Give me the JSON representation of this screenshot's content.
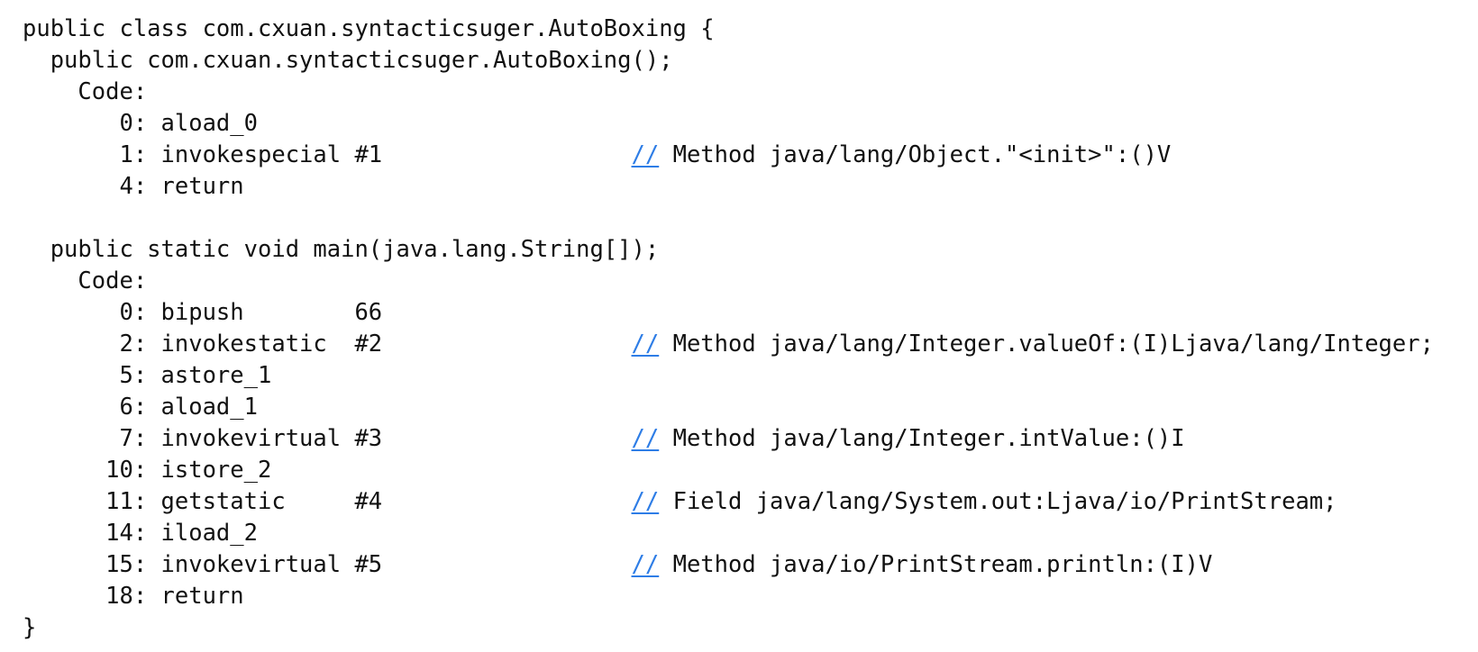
{
  "page": {
    "background": "#ffffff",
    "text_color": "#111111",
    "link_color": "#2e7de6"
  },
  "code_block": {
    "lines": [
      {
        "pre": "public class com.cxuan.syntacticsuger.AutoBoxing {"
      },
      {
        "pre": "  public com.cxuan.syntacticsuger.AutoBoxing();"
      },
      {
        "pre": "    Code:"
      },
      {
        "pre": "       0: aload_0"
      },
      {
        "pre": "       1: invokespecial #1                  ",
        "link": "//",
        "comment": " Method java/lang/Object.\"<init>\":()V"
      },
      {
        "pre": "       4: return"
      },
      {
        "pre": ""
      },
      {
        "pre": "  public static void main(java.lang.String[]);"
      },
      {
        "pre": "    Code:"
      },
      {
        "pre": "       0: bipush        66"
      },
      {
        "pre": "       2: invokestatic  #2                  ",
        "link": "//",
        "comment": " Method java/lang/Integer.valueOf:(I)Ljava/lang/Integer;"
      },
      {
        "pre": "       5: astore_1"
      },
      {
        "pre": "       6: aload_1"
      },
      {
        "pre": "       7: invokevirtual #3                  ",
        "link": "//",
        "comment": " Method java/lang/Integer.intValue:()I"
      },
      {
        "pre": "      10: istore_2"
      },
      {
        "pre": "      11: getstatic     #4                  ",
        "link": "//",
        "comment": " Field java/lang/System.out:Ljava/io/PrintStream;"
      },
      {
        "pre": "      14: iload_2"
      },
      {
        "pre": "      15: invokevirtual #5                  ",
        "link": "//",
        "comment": " Method java/io/PrintStream.println:(I)V"
      },
      {
        "pre": "      18: return"
      },
      {
        "pre": "}"
      }
    ]
  }
}
